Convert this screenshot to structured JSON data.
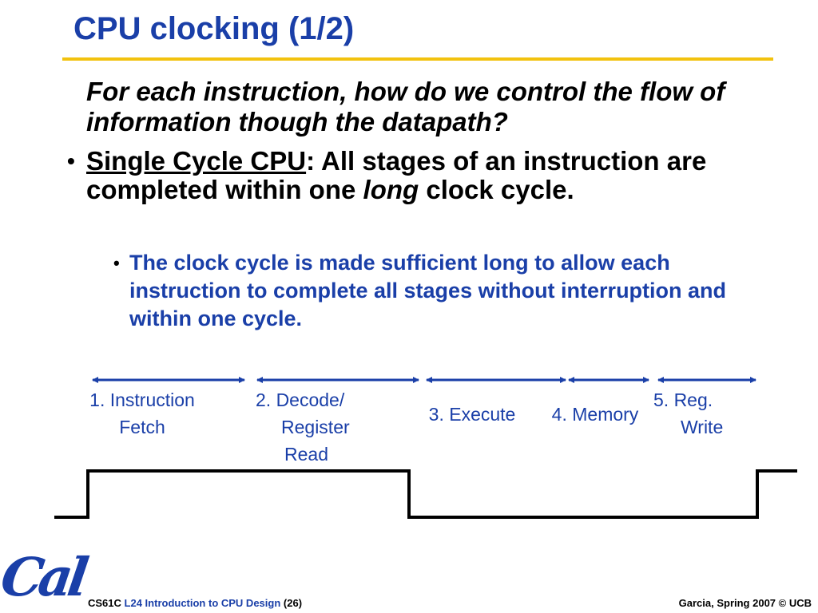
{
  "slide": {
    "title": "CPU clocking (1/2)",
    "intro": "For each instruction, how do we control the flow of information though the datapath?",
    "bullet1": {
      "marker": "•",
      "term": "Single Cycle CPU",
      "rest_before_italic": ": All stages of an instruction are completed within one ",
      "italic": "long",
      "rest_after_italic": " clock cycle."
    },
    "bullet2": {
      "marker": "•",
      "text": "The clock cycle is made sufficient long to allow each instruction to complete all stages without interruption and within one cycle."
    }
  },
  "stages": [
    {
      "line1": "1. Instruction",
      "line2": "Fetch",
      "line3": ""
    },
    {
      "line1": "2. Decode/",
      "line2": "Register",
      "line3": "Read"
    },
    {
      "line1": "3. Execute",
      "line2": "",
      "line3": ""
    },
    {
      "line1": "4. Memory",
      "line2": "",
      "line3": ""
    },
    {
      "line1": "5. Reg.",
      "line2": "Write",
      "line3": ""
    }
  ],
  "footer": {
    "course": "CS61C",
    "lecture": "L24 Introduction to CPU Design",
    "slide_number": "(26)",
    "credit": "Garcia, Spring 2007 © UCB"
  },
  "logo": {
    "text": "Cal"
  },
  "colors": {
    "accent_blue": "#1a3fa8",
    "rule_gold": "#f2c20e",
    "text": "#000000"
  }
}
